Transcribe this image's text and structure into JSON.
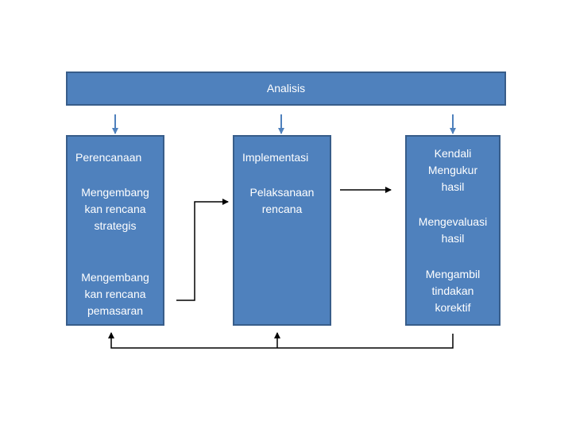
{
  "header": {
    "title": "Analisis"
  },
  "planning": {
    "title": "Perencanaan",
    "step1": "Mengembang kan rencana strategis",
    "step2": "Mengembang kan rencana pemasaran"
  },
  "implementation": {
    "title": "Implementasi",
    "step1": "Pelaksanaan rencana"
  },
  "control": {
    "title": "Kendali",
    "step1": "Mengukur hasil",
    "step2": "Mengevaluasi hasil",
    "step3": "Mengambil tindakan korektif"
  },
  "colors": {
    "box_fill": "#4f81bd",
    "box_border": "#385d8a",
    "arrow_blue": "#4f81bd",
    "line": "#000000"
  }
}
